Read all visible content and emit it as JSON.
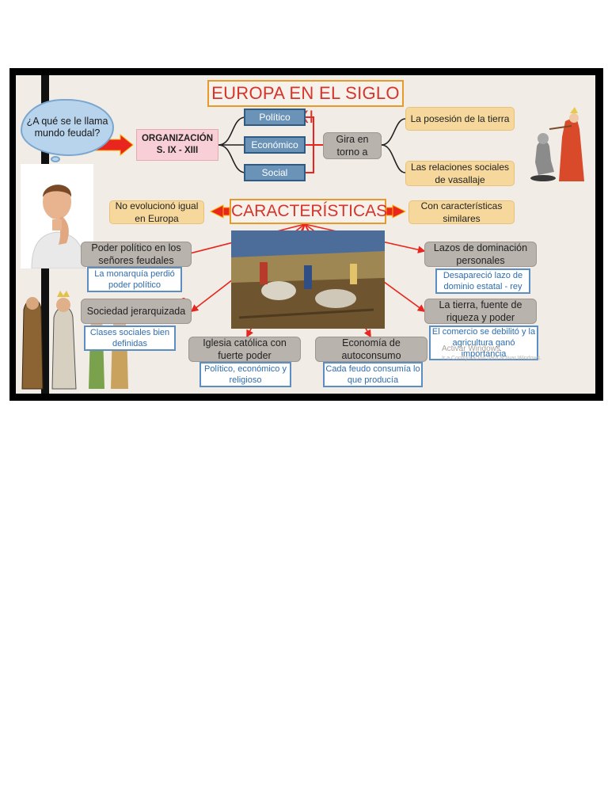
{
  "slide": {
    "title": "EUROPA EN EL SIGLO XI",
    "question": "¿A qué se le llama mundo feudal?",
    "organization": {
      "label_line1": "ORGANIZACIÓN",
      "label_line2": "S. IX - XIII"
    },
    "aspects": [
      "Político",
      "Económico",
      "Social"
    ],
    "gira": "Gira en torno a",
    "gira_items": [
      "La posesión de la tierra",
      "Las relaciones sociales de vasallaje"
    ],
    "caracteristicas": "CARACTERÍSTICAS",
    "left_note": "No evolucionó igual en Europa",
    "right_note": "Con características similares",
    "features": [
      {
        "label": "Poder político en los señores feudales",
        "detail": "La monarquía perdió poder político"
      },
      {
        "label": "Sociedad jerarquizada",
        "detail": "Clases sociales bien definidas"
      },
      {
        "label": "Iglesia católica con fuerte poder",
        "detail": "Político, económico y religioso"
      },
      {
        "label": "Economía de autoconsumo",
        "detail": "Cada feudo consumía lo que producía"
      },
      {
        "label": "Lazos de dominación personales",
        "detail": "Desapareció lazo de dominio estatal - rey"
      },
      {
        "label": "La tierra, fuente de riqueza y poder",
        "detail": "El comercio se debilitó y la agricultura ganó importancia"
      }
    ],
    "watermark_line1": "Activar Windows",
    "watermark_line2": "Ir a Configuración para activar Windows."
  },
  "colors": {
    "title_red": "#d7342b",
    "title_border": "#e59a2a",
    "arrow_red": "#e8261f",
    "aspect_blue": "#6b93b8",
    "connector_red": "#e8261f",
    "slide_bg": "#f1ece5"
  },
  "icons": [
    "thinking-person-illustration",
    "knight-kneeling-illustration",
    "medieval-painting",
    "medieval-figures-illustration"
  ]
}
